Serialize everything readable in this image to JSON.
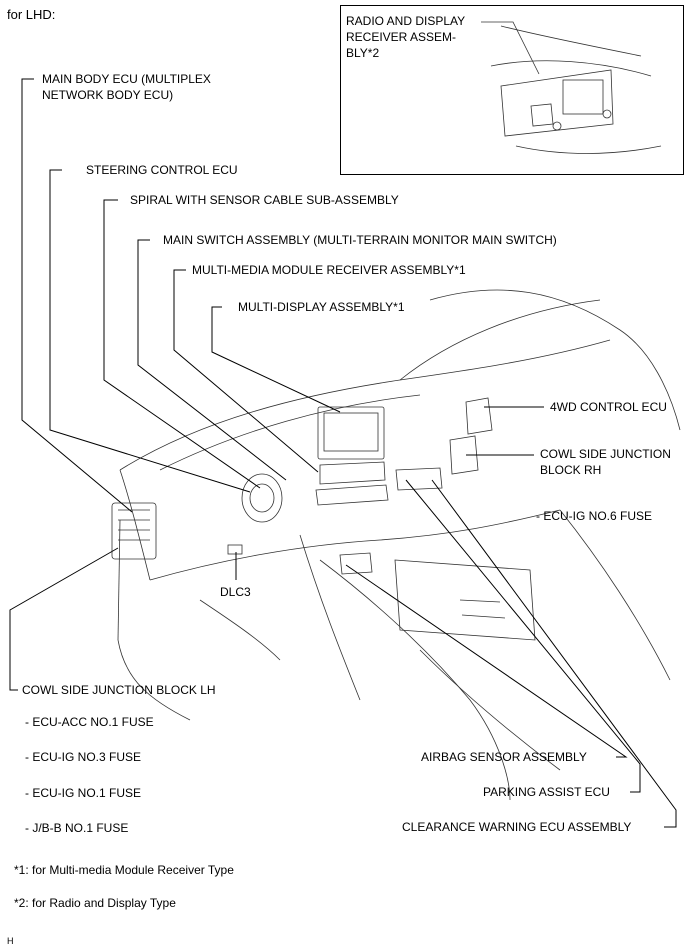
{
  "header": {
    "for": "for LHD:"
  },
  "inset": {
    "label": "RADIO AND DISPLAY\nRECEIVER ASSEM-\nBLY*2"
  },
  "labels": {
    "main_body_ecu": "MAIN BODY ECU (MULTIPLEX\nNETWORK BODY ECU)",
    "steering_control_ecu": "STEERING CONTROL ECU",
    "spiral_cable": "SPIRAL WITH SENSOR CABLE SUB-ASSEMBLY",
    "main_switch": "MAIN SWITCH ASSEMBLY (MULTI-TERRAIN MONITOR MAIN SWITCH)",
    "multimedia_receiver": "MULTI-MEDIA MODULE RECEIVER ASSEMBLY*1",
    "multi_display": "MULTI-DISPLAY ASSEMBLY*1",
    "fourwd_control_ecu": "4WD CONTROL ECU",
    "cowl_rh": "COWL SIDE JUNCTION\nBLOCK RH",
    "ecu_ig_no6": "- ECU-IG NO.6 FUSE",
    "dlc3": "DLC3",
    "cowl_lh": "COWL SIDE JUNCTION BLOCK LH",
    "ecu_acc_no1": "- ECU-ACC NO.1 FUSE",
    "ecu_ig_no3": "- ECU-IG NO.3 FUSE",
    "ecu_ig_no1": "- ECU-IG NO.1 FUSE",
    "jb_b_no1": "- J/B-B NO.1 FUSE",
    "airbag_sensor": "AIRBAG SENSOR ASSEMBLY",
    "parking_assist": "PARKING ASSIST ECU",
    "clearance_warning": "CLEARANCE WARNING ECU ASSEMBLY"
  },
  "footnotes": {
    "n1": "*1: for Multi-media Module Receiver Type",
    "n2": "*2: for Radio and Display Type"
  },
  "corner_code": "H"
}
